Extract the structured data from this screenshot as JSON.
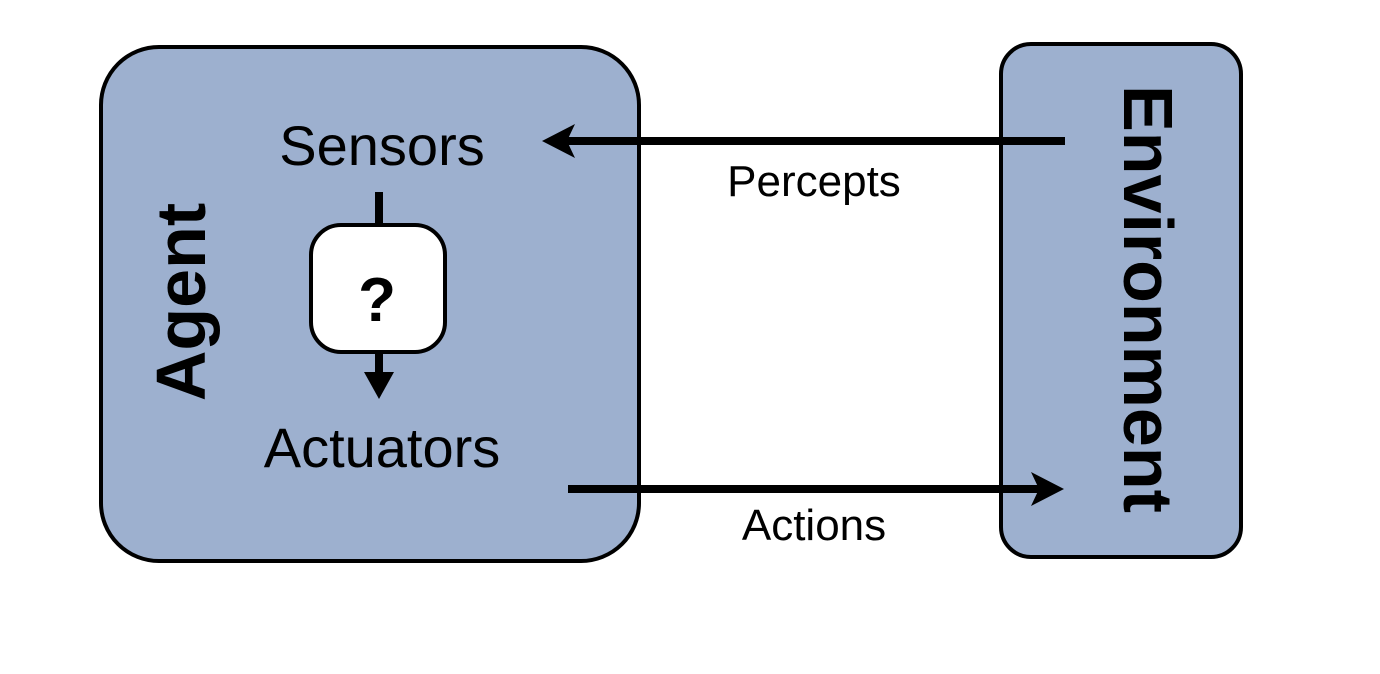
{
  "colors": {
    "box_fill": "#9db0cf",
    "stroke": "#000000",
    "process_fill": "#ffffff"
  },
  "agent": {
    "label": "Agent",
    "sensors_label": "Sensors",
    "actuators_label": "Actuators",
    "process_label": "?"
  },
  "environment": {
    "label": "Environment"
  },
  "flows": {
    "percepts_label": "Percepts",
    "actions_label": "Actions"
  }
}
